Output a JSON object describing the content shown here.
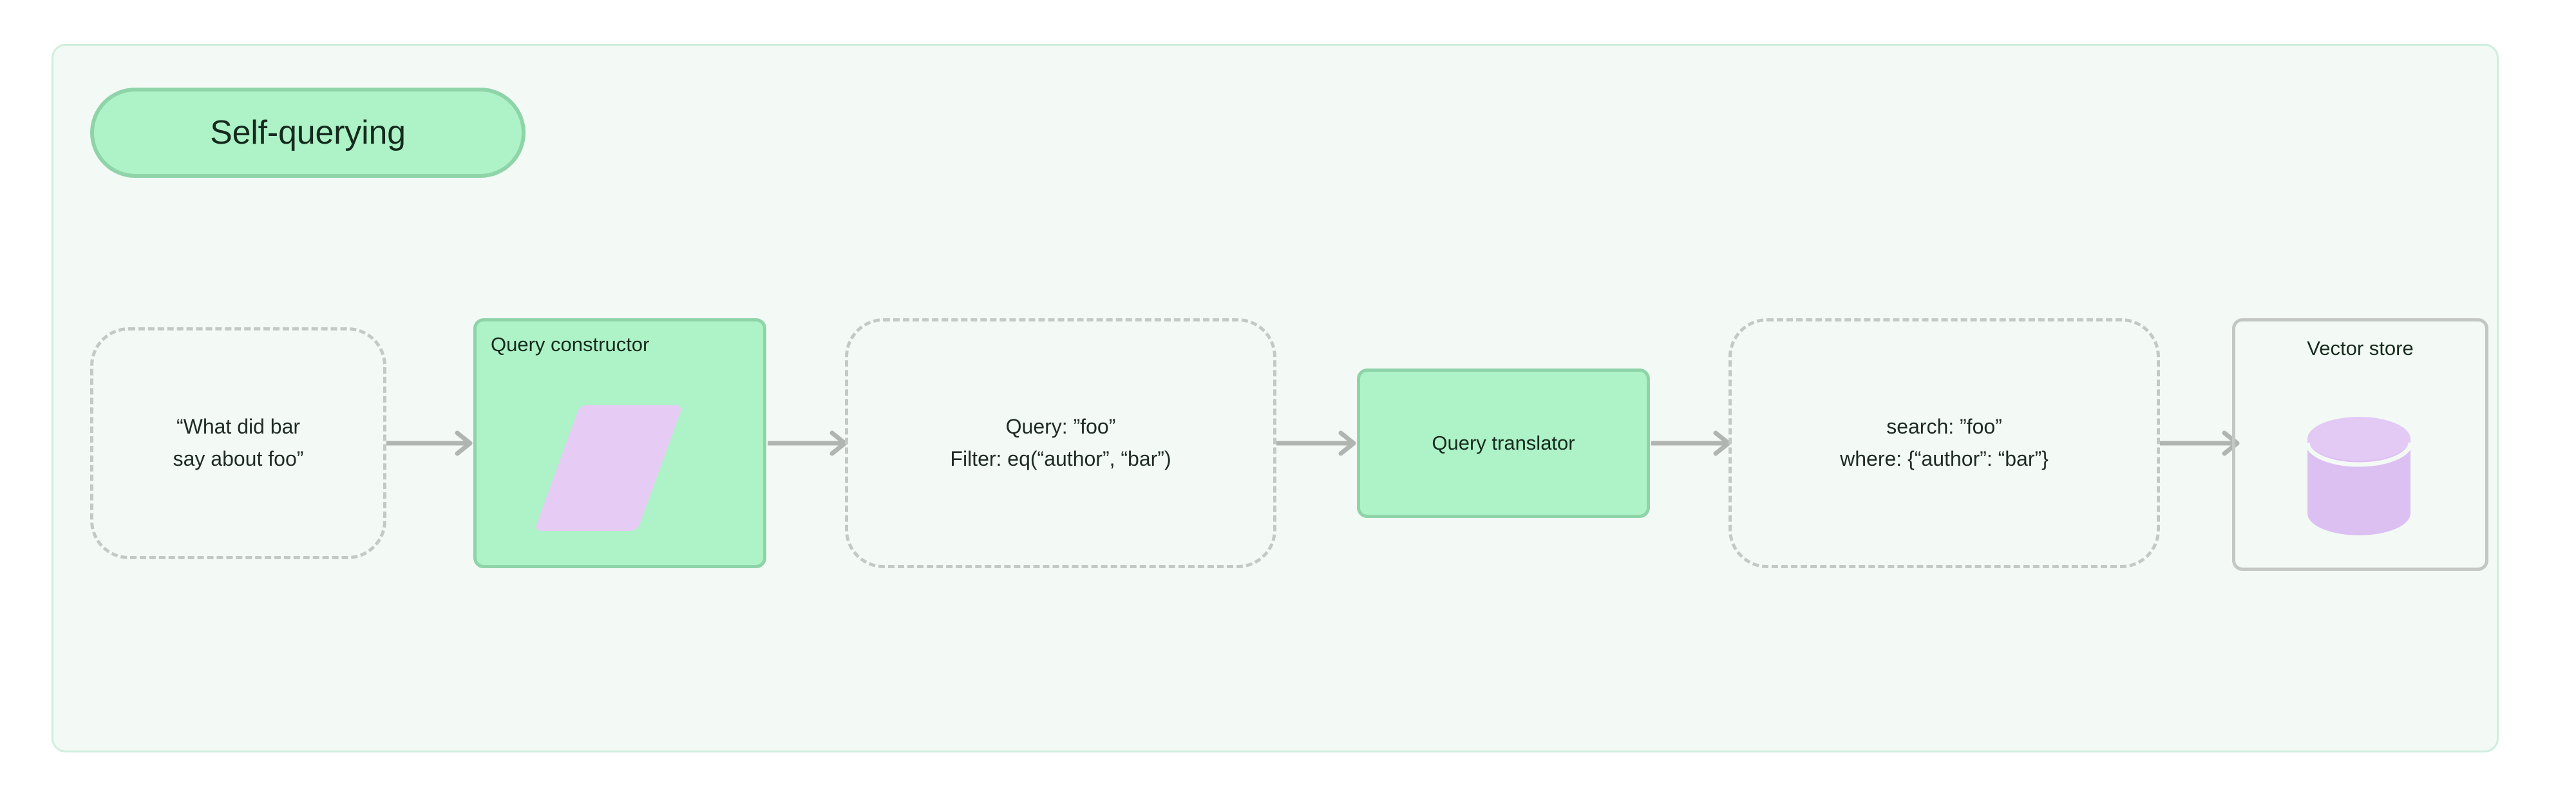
{
  "group": {
    "title": "Self-querying",
    "fill": "#f3faf5",
    "border": "#cfeedd",
    "pill_fill": "#aef2c7",
    "pill_border": "#8ed4a8",
    "text_color": "#152a1d"
  },
  "colors": {
    "green_fill": "#aef2c7",
    "green_border": "#8ed4a8",
    "lavender": "#e6ccf5",
    "dashed_border": "#c3cac6",
    "plain_border": "#c2c7c4",
    "arrow": "#b0b5b2",
    "text": "#1f2a24"
  },
  "flow": {
    "nodes": [
      {
        "id": "user-question",
        "type": "dashed",
        "lines": [
          "“What did bar",
          "say about foo”"
        ]
      },
      {
        "id": "query-constructor",
        "type": "green",
        "label": "Query constructor",
        "glyph": "parallelogram-icon"
      },
      {
        "id": "structured-query",
        "type": "dashed",
        "lines": [
          "Query: ”foo”",
          "Filter: eq(“author”, “bar”)"
        ]
      },
      {
        "id": "query-translator",
        "type": "green",
        "label": "Query translator",
        "glyph": null
      },
      {
        "id": "native-query",
        "type": "dashed",
        "lines": [
          "search: ”foo”",
          "where: {“author”: “bar”}"
        ]
      },
      {
        "id": "vector-store",
        "type": "plain",
        "label": "Vector store",
        "glyph": "database-cylinder-icon"
      }
    ],
    "arrows": [
      {
        "id": "arrow-1",
        "from": "user-question",
        "to": "query-constructor"
      },
      {
        "id": "arrow-2",
        "from": "query-constructor",
        "to": "structured-query"
      },
      {
        "id": "arrow-3",
        "from": "structured-query",
        "to": "query-translator"
      },
      {
        "id": "arrow-4",
        "from": "query-translator",
        "to": "native-query"
      },
      {
        "id": "arrow-5",
        "from": "native-query",
        "to": "vector-store"
      }
    ]
  }
}
